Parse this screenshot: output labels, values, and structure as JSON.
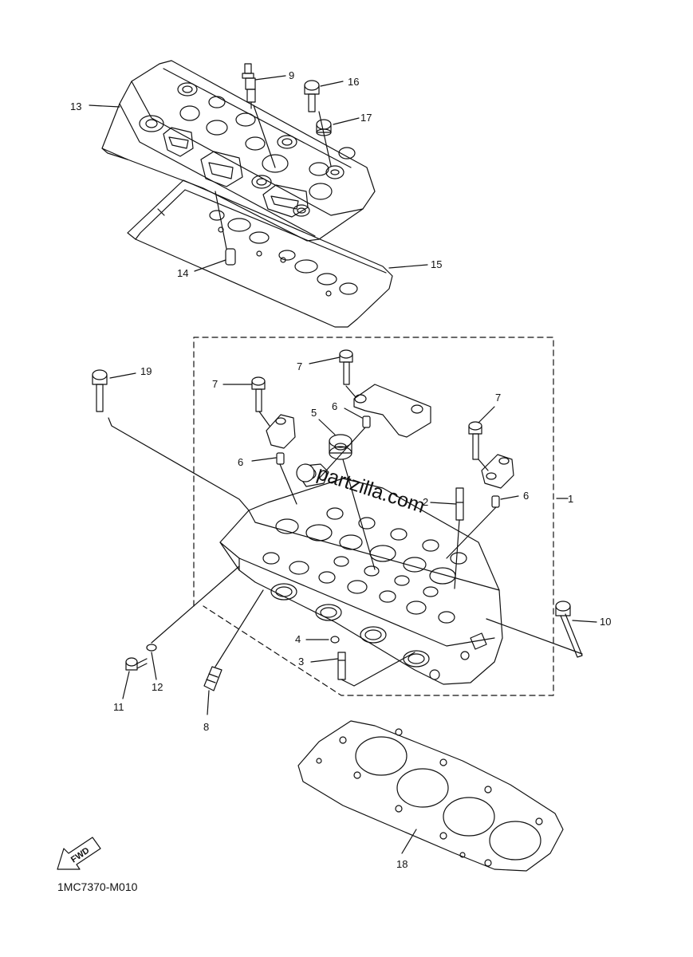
{
  "watermark": "partzilla.com",
  "diagram_code": "1MC7370-M010",
  "fwd_label": "FWD",
  "callouts": [
    {
      "id": "c13",
      "text": "13"
    },
    {
      "id": "c9",
      "text": "9"
    },
    {
      "id": "c16",
      "text": "16"
    },
    {
      "id": "c17",
      "text": "17"
    },
    {
      "id": "c14",
      "text": "14"
    },
    {
      "id": "c15",
      "text": "15"
    },
    {
      "id": "c19",
      "text": "19"
    },
    {
      "id": "c7a",
      "text": "7"
    },
    {
      "id": "c7b",
      "text": "7"
    },
    {
      "id": "c7c",
      "text": "7"
    },
    {
      "id": "c5",
      "text": "5"
    },
    {
      "id": "c6a",
      "text": "6"
    },
    {
      "id": "c6b",
      "text": "6"
    },
    {
      "id": "c6c",
      "text": "6"
    },
    {
      "id": "c2",
      "text": "2"
    },
    {
      "id": "c1",
      "text": "1"
    },
    {
      "id": "c10",
      "text": "10"
    },
    {
      "id": "c4",
      "text": "4"
    },
    {
      "id": "c3",
      "text": "3"
    },
    {
      "id": "c12",
      "text": "12"
    },
    {
      "id": "c11",
      "text": "11"
    },
    {
      "id": "c8",
      "text": "8"
    },
    {
      "id": "c18",
      "text": "18"
    }
  ]
}
